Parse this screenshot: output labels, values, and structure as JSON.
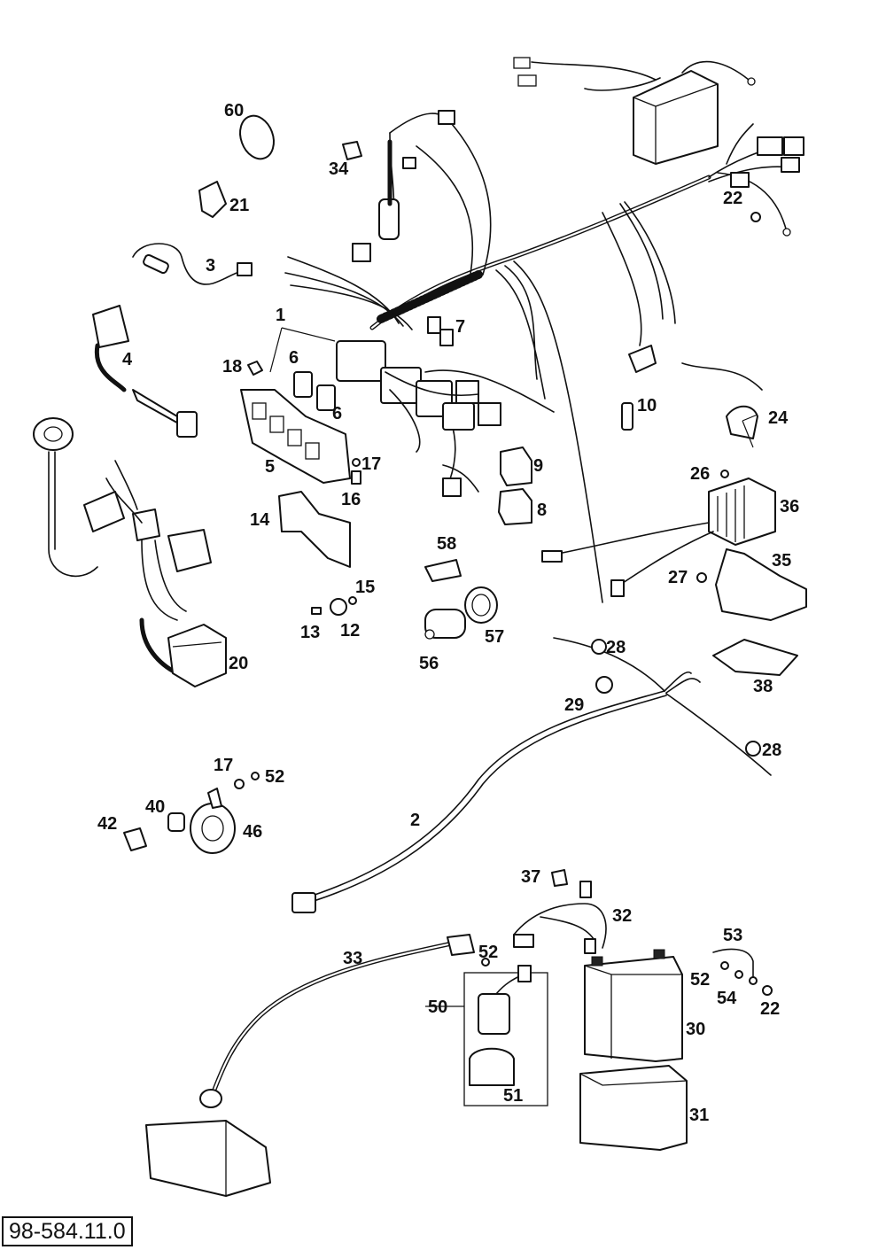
{
  "drawing_number": "98-584.11.0",
  "callouts": {
    "c1": "1",
    "c2": "2",
    "c3": "3",
    "c4": "4",
    "c5": "5",
    "c6a": "6",
    "c6b": "6",
    "c7": "7",
    "c8": "8",
    "c9": "9",
    "c10": "10",
    "c12": "12",
    "c13": "13",
    "c14": "14",
    "c15": "15",
    "c16": "16",
    "c17a": "17",
    "c17b": "17",
    "c18": "18",
    "c20": "20",
    "c21": "21",
    "c22a": "22",
    "c22b": "22",
    "c24": "24",
    "c26": "26",
    "c27": "27",
    "c28a": "28",
    "c28b": "28",
    "c29": "29",
    "c30": "30",
    "c31": "31",
    "c32": "32",
    "c33": "33",
    "c34": "34",
    "c35": "35",
    "c36": "36",
    "c37": "37",
    "c38": "38",
    "c40": "40",
    "c42": "42",
    "c46": "46",
    "c50": "50",
    "c51": "51",
    "c52a": "52",
    "c52b": "52",
    "c52c": "52",
    "c53": "53",
    "c54": "54",
    "c56": "56",
    "c57": "57",
    "c58": "58",
    "c60": "60"
  }
}
